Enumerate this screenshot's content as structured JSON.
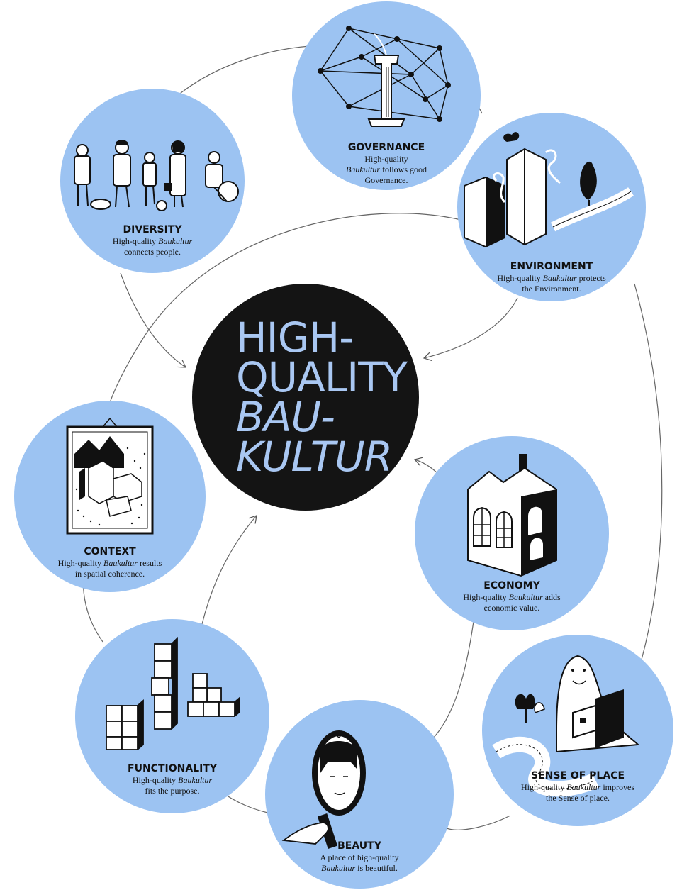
{
  "center": {
    "line1": "HIGH-",
    "line2": "QUALITY",
    "line3": "BAU-",
    "line4": "KULTUR"
  },
  "nodes": {
    "governance": {
      "title": "GOVERNANCE",
      "desc1": "High-quality",
      "desc2a": "Baukultur",
      "desc2b": " follows good",
      "desc3": "Governance."
    },
    "diversity": {
      "title": "DIVERSITY",
      "desc1a": "High-quality ",
      "desc1b": "Baukultur",
      "desc2": "connects people."
    },
    "environment": {
      "title": "ENVIRONMENT",
      "desc1a": "High-quality ",
      "desc1b": "Baukultur",
      "desc1c": " protects",
      "desc2": "the Environment."
    },
    "context": {
      "title": "CONTEXT",
      "desc1a": "High-quality ",
      "desc1b": "Baukultur",
      "desc1c": " results",
      "desc2": "in spatial coherence."
    },
    "economy": {
      "title": "ECONOMY",
      "desc1a": "High-quality ",
      "desc1b": "Baukultur",
      "desc1c": " adds",
      "desc2": "economic value."
    },
    "functionality": {
      "title": "FUNCTIONALITY",
      "desc1a": "High-quality ",
      "desc1b": "Baukultur",
      "desc2": "fits the purpose."
    },
    "sense_of_place": {
      "title": "SENSE OF PLACE",
      "desc1a": "High-quality ",
      "desc1b": "Baukultur",
      "desc1c": " improves",
      "desc2": "the Sense of place."
    },
    "beauty": {
      "title": "BEAUTY",
      "desc1": "A place of high-quality",
      "desc2a": "Baukultur",
      "desc2b": " is beautiful."
    }
  },
  "colors": {
    "circle_fill": "#9cc3f2",
    "center_fill": "#141414",
    "center_text": "#a9c7f2",
    "ink": "#111111"
  }
}
